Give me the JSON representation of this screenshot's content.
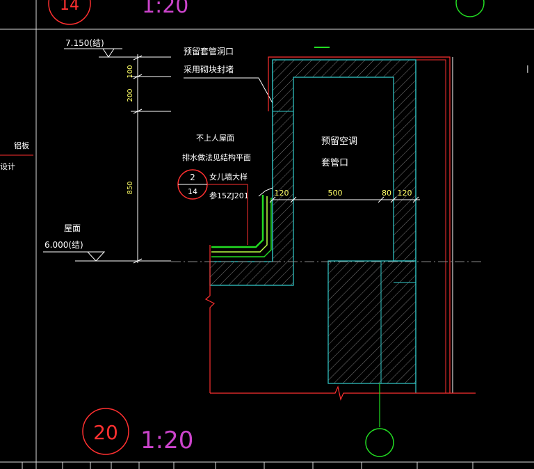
{
  "header": {
    "top_bubble_number": "14",
    "top_scale": "1:20"
  },
  "elevations": {
    "top_value": "7.150(结)",
    "roof_label": "屋面",
    "roof_value": "6.000(结)"
  },
  "dimensions": {
    "vertical": [
      "100",
      "200",
      "850"
    ],
    "horizontal": [
      "120",
      "500",
      "80",
      "120"
    ]
  },
  "notes": {
    "sleeve_line1": "预留套管洞口",
    "sleeve_line2": "采用砌块封堵",
    "roof_line1": "不上人屋面",
    "roof_line2": "排水做法见结构平面",
    "detail_line1": "女儿墙大样",
    "detail_line2": "参15ZJ201",
    "room_line1": "预留空调",
    "room_line2": "套管口"
  },
  "detail_ref": {
    "top": "2",
    "bottom": "14"
  },
  "left_clip": {
    "line1": "铝板",
    "line2": "设计"
  },
  "footer": {
    "bubble_number": "20",
    "scale": "1:20"
  },
  "colors": {
    "background": "#000000",
    "red_line": "#ff3030",
    "cyan_line": "#33cccc",
    "green_line": "#22dd22",
    "magenta_text": "#cc44cc",
    "yellow_text": "#ffff66"
  }
}
